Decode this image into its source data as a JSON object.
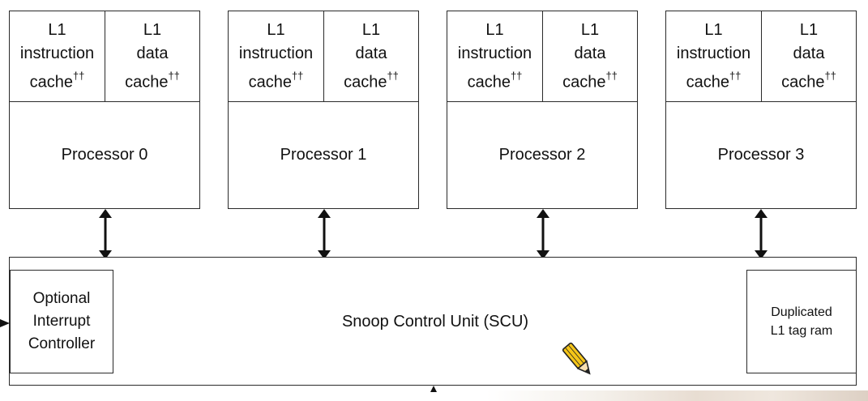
{
  "processors": [
    {
      "name": "Processor 0",
      "icache": [
        "L1",
        "instruction",
        "cache"
      ],
      "dcache": [
        "L1",
        "data",
        "cache"
      ],
      "mark": "††"
    },
    {
      "name": "Processor 1",
      "icache": [
        "L1",
        "instruction",
        "cache"
      ],
      "dcache": [
        "L1",
        "data",
        "cache"
      ],
      "mark": "††"
    },
    {
      "name": "Processor 2",
      "icache": [
        "L1",
        "instruction",
        "cache"
      ],
      "dcache": [
        "L1",
        "data",
        "cache"
      ],
      "mark": "††"
    },
    {
      "name": "Processor 3",
      "icache": [
        "L1",
        "instruction",
        "cache"
      ],
      "dcache": [
        "L1",
        "data",
        "cache"
      ],
      "mark": "††"
    }
  ],
  "scu": {
    "label": "Snoop Control Unit (SCU)",
    "interrupt_controller": [
      "Optional",
      "Interrupt",
      "Controller"
    ],
    "duplicated_tag": [
      "Duplicated",
      "L1 tag ram"
    ]
  },
  "colors": {
    "line": "#2a2a2a",
    "pencil_body": "#f5c518",
    "background": "#ffffff"
  },
  "icons": {
    "cursor": "pencil-cursor-icon"
  }
}
